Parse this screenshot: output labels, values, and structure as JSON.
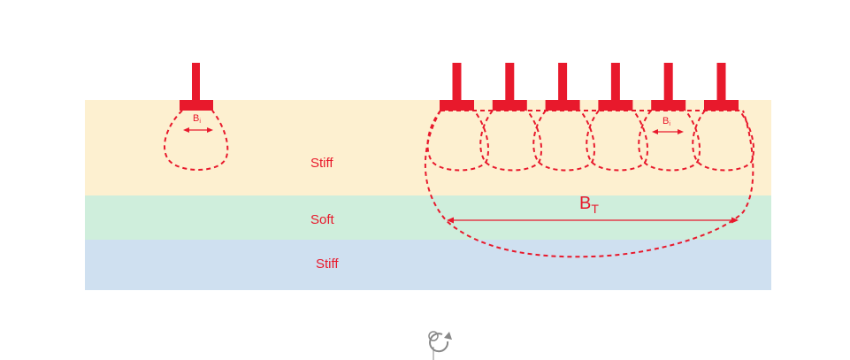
{
  "colors": {
    "accent": "#e8192c",
    "stiff_upper": "#fdf0d0",
    "soft": "#cfeedc",
    "stiff_lower": "#cfe0f0",
    "icon_gray": "#888888"
  },
  "layers": {
    "stiff_upper_label": "Stiff",
    "soft_label": "Soft",
    "stiff_lower_label": "Stiff"
  },
  "single_footing": {
    "width_label_main": "B",
    "width_label_sub": "i"
  },
  "group": {
    "footing_count": 6,
    "individual_width_main": "B",
    "individual_width_sub": "i",
    "total_width_main": "B",
    "total_width_sub": "T"
  },
  "cursor_icon": "rotate-cursor-icon"
}
